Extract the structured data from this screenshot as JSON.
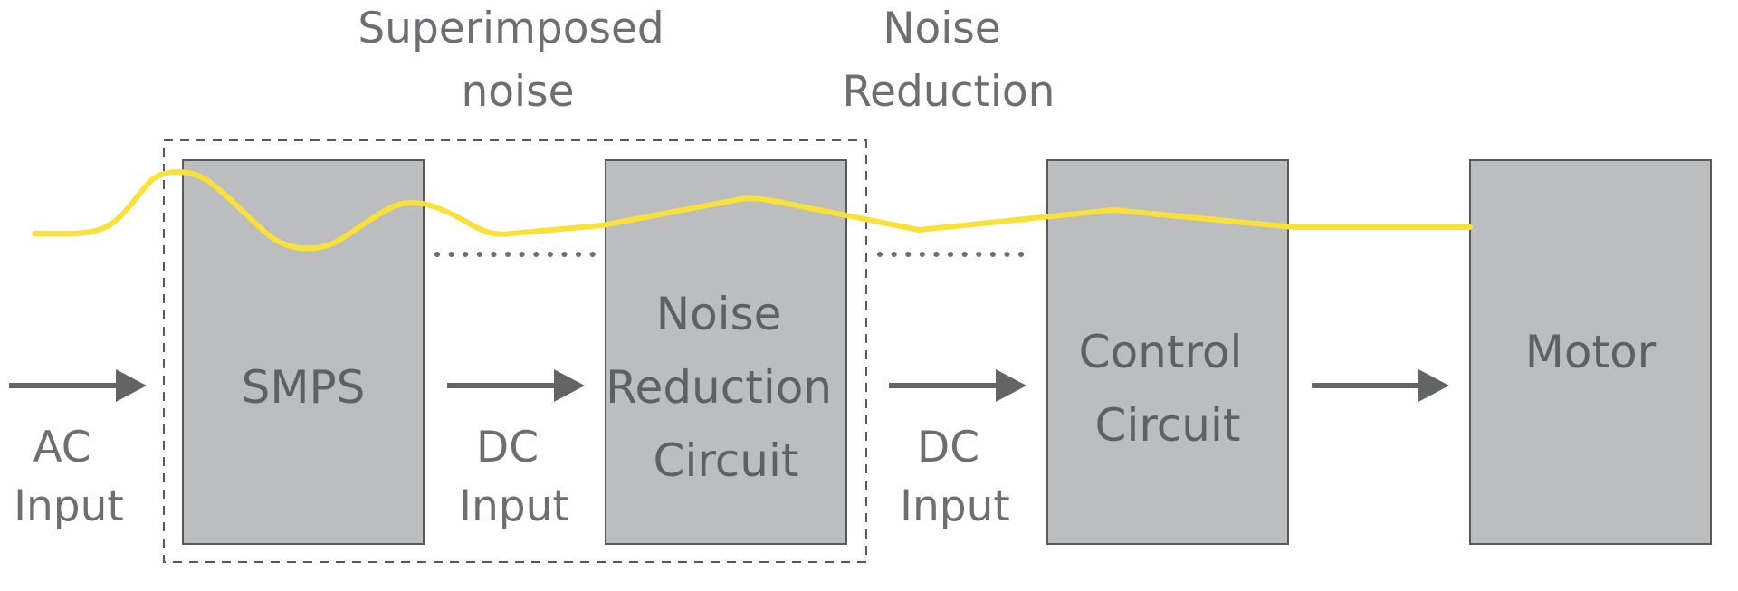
{
  "annotations": {
    "superimposed": [
      "Superimposed",
      "noise"
    ],
    "noise_reduction": [
      "Noise",
      "Reduction"
    ]
  },
  "blocks": {
    "smps": [
      "SMPS"
    ],
    "noise_reduction_circuit": [
      "Noise",
      "Reduction",
      "Circuit"
    ],
    "control_circuit": [
      "Control",
      "Circuit"
    ],
    "motor": [
      "Motor"
    ]
  },
  "inputs": {
    "ac": [
      "AC",
      "Input"
    ],
    "dc1": [
      "DC",
      "Input"
    ],
    "dc2": [
      "DC",
      "Input"
    ]
  },
  "colors": {
    "block_fill": "#bcbdbf",
    "block_stroke": "#58595b",
    "arrow": "#636466",
    "noise_signal": "#fae13a",
    "text": "#6d6e71",
    "dashed_border": "#58595b"
  }
}
